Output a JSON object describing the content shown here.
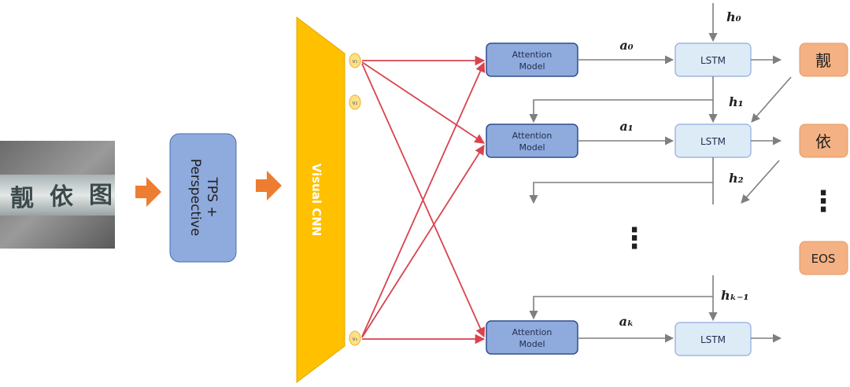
{
  "input_image": {
    "chars": [
      "靓",
      "依",
      "图"
    ]
  },
  "rectifier": {
    "line1": "TPS +",
    "line2": "Perspective"
  },
  "cnn": {
    "label": "Visual CNN"
  },
  "features": {
    "v1": "v₁",
    "v2": "v₂",
    "vn": "vₙ"
  },
  "attention": {
    "line1": "Attention",
    "line2": "Model"
  },
  "lstm": {
    "label": "LSTM"
  },
  "context": {
    "a0": "a₀",
    "a1": "a₁",
    "ak": "aₖ"
  },
  "hidden": {
    "h0": "h₀",
    "h1": "h₁",
    "h2": "h₂",
    "hk": "hₖ₋₁"
  },
  "outputs": {
    "o1": "靓",
    "o2": "依",
    "o3": "EOS"
  },
  "ellipsis": "⋮",
  "colors": {
    "arrow_orange": "#ED7D31",
    "attn_fill": "#8FAADC",
    "attn_stroke": "#2F4E8C",
    "lstm_fill": "#DDEBF7",
    "lstm_stroke": "#8FAADC",
    "cnn_fill": "#FFC000",
    "rect_fill": "#8FAADC",
    "out_fill": "#F4B183",
    "red_line": "#D9434E",
    "gray_line": "#7F7F7F"
  }
}
